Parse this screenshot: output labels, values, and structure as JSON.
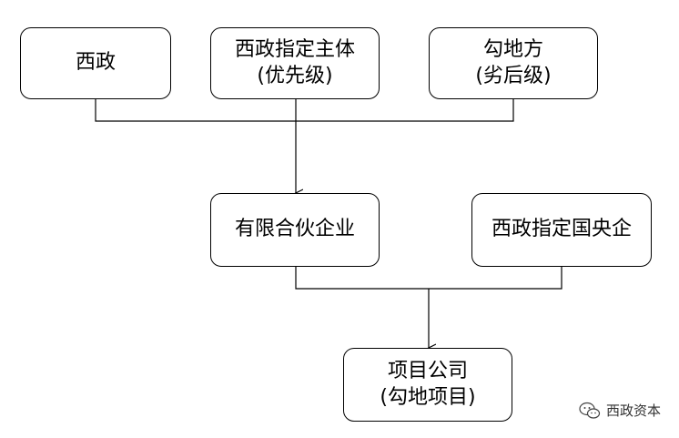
{
  "nodes": {
    "xizheng": {
      "line1": "西政"
    },
    "designated_entity": {
      "line1": "西政指定主体",
      "line2": "(优先级)"
    },
    "gou_di_fang": {
      "line1": "勾地方",
      "line2": "(劣后级)"
    },
    "limited_partnership": {
      "line1": "有限合伙企业"
    },
    "designated_soe": {
      "line1": "西政指定国央企"
    },
    "project_company": {
      "line1": "项目公司",
      "line2": "(勾地项目)"
    }
  },
  "watermark": {
    "text": "西政资本",
    "icon": "wechat-icon"
  },
  "colors": {
    "line": "#000000",
    "border": "#000000",
    "background": "#ffffff"
  }
}
